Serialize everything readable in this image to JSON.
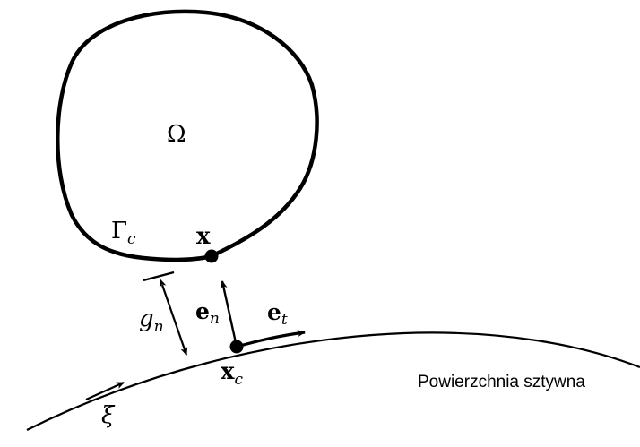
{
  "labels": {
    "domain": "Ω",
    "boundary": "Γ",
    "boundary_sub": "c",
    "point_x": "x",
    "point_xc": "x",
    "point_xc_sub": "c",
    "normal_vec": "e",
    "normal_sub": "n",
    "tangent_vec": "e",
    "tangent_sub": "t",
    "gap": "g",
    "gap_sub": "n",
    "param": "ξ",
    "surface": "Powierzchnia sztywna"
  },
  "colors": {
    "stroke": "#000000",
    "background": "#ffffff"
  }
}
